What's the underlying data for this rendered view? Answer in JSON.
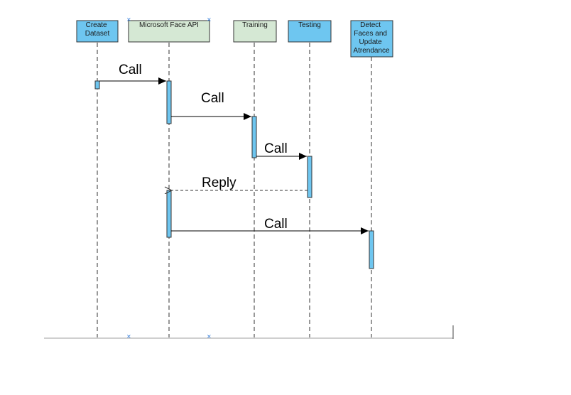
{
  "participants": [
    {
      "id": "create-dataset",
      "lines": [
        "Create",
        "Dataset"
      ],
      "fill": "#6ec6f0"
    },
    {
      "id": "microsoft-face-api",
      "lines": [
        "Microsoft Face API"
      ],
      "fill": "#d5e8d4"
    },
    {
      "id": "training",
      "lines": [
        "Training"
      ],
      "fill": "#d5e8d4"
    },
    {
      "id": "testing",
      "lines": [
        "Testing"
      ],
      "fill": "#6ec6f0"
    },
    {
      "id": "detect-faces",
      "lines": [
        "Detect",
        "Faces and",
        "Update",
        "Atrendance"
      ],
      "fill": "#6ec6f0"
    }
  ],
  "messages": [
    {
      "label": "Call",
      "from": "create-dataset",
      "to": "microsoft-face-api",
      "kind": "call"
    },
    {
      "label": "Call",
      "from": "microsoft-face-api",
      "to": "training",
      "kind": "call"
    },
    {
      "label": "Call",
      "from": "training",
      "to": "testing",
      "kind": "call"
    },
    {
      "label": "Reply",
      "from": "testing",
      "to": "microsoft-face-api",
      "kind": "reply"
    },
    {
      "label": "Call",
      "from": "microsoft-face-api",
      "to": "detect-faces",
      "kind": "call"
    }
  ],
  "colors": {
    "activation": "#6ec6f0",
    "lifeline": "#555555",
    "selection_handle": "#1f6fd6"
  }
}
